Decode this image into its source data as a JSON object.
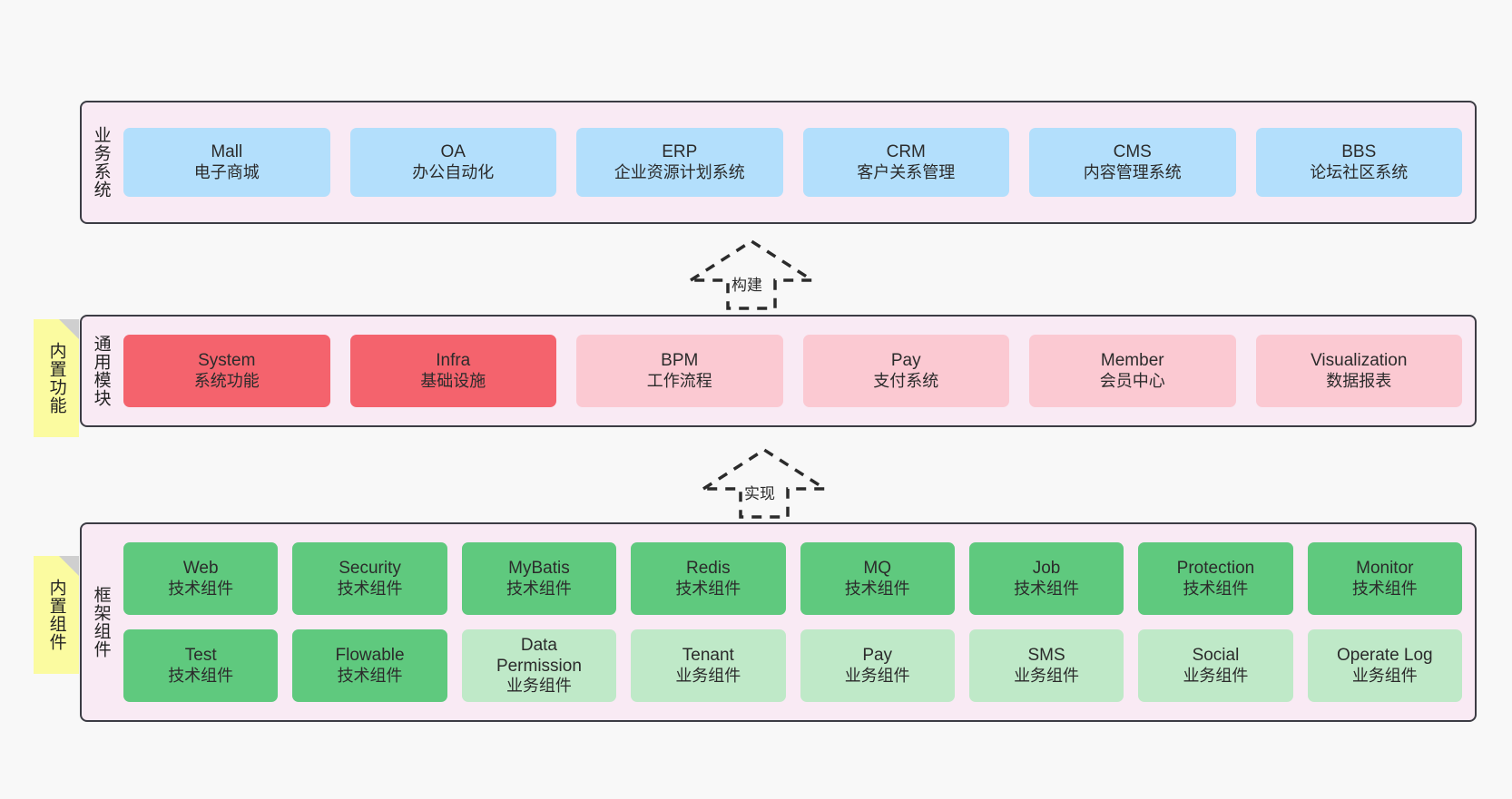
{
  "diagram": {
    "background": "#f8f8f8",
    "colors": {
      "band_fill": "#f9eaf4",
      "band_border": "#3c3c44",
      "blue": "#b3dffc",
      "red": "#f4636d",
      "pink": "#fbc9d2",
      "green": "#5fc97e",
      "green_light": "#bfe9c8",
      "note": "#fbfba0",
      "note_fold": "#cfcfcf"
    }
  },
  "layers": {
    "business": {
      "label": "业务系统",
      "items": [
        {
          "title": "Mall",
          "subtitle": "电子商城"
        },
        {
          "title": "OA",
          "subtitle": "办公自动化"
        },
        {
          "title": "ERP",
          "subtitle": "企业资源计划系统"
        },
        {
          "title": "CRM",
          "subtitle": "客户关系管理"
        },
        {
          "title": "CMS",
          "subtitle": "内容管理系统"
        },
        {
          "title": "BBS",
          "subtitle": "论坛社区系统"
        }
      ]
    },
    "common": {
      "label": "通用模块",
      "note": "内置功能",
      "items": [
        {
          "title": "System",
          "subtitle": "系统功能",
          "color": "red"
        },
        {
          "title": "Infra",
          "subtitle": "基础设施",
          "color": "red"
        },
        {
          "title": "BPM",
          "subtitle": "工作流程",
          "color": "pink"
        },
        {
          "title": "Pay",
          "subtitle": "支付系统",
          "color": "pink"
        },
        {
          "title": "Member",
          "subtitle": "会员中心",
          "color": "pink"
        },
        {
          "title": "Visualization",
          "subtitle": "数据报表",
          "color": "pink"
        }
      ]
    },
    "framework": {
      "label": "框架组件",
      "note": "内置组件",
      "row1": [
        {
          "title": "Web",
          "subtitle": "技术组件",
          "color": "green"
        },
        {
          "title": "Security",
          "subtitle": "技术组件",
          "color": "green"
        },
        {
          "title": "MyBatis",
          "subtitle": "技术组件",
          "color": "green"
        },
        {
          "title": "Redis",
          "subtitle": "技术组件",
          "color": "green"
        },
        {
          "title": "MQ",
          "subtitle": "技术组件",
          "color": "green"
        },
        {
          "title": "Job",
          "subtitle": "技术组件",
          "color": "green"
        },
        {
          "title": "Protection",
          "subtitle": "技术组件",
          "color": "green"
        },
        {
          "title": "Monitor",
          "subtitle": "技术组件",
          "color": "green"
        }
      ],
      "row2": [
        {
          "title": "Test",
          "subtitle": "技术组件",
          "color": "green"
        },
        {
          "title": "Flowable",
          "subtitle": "技术组件",
          "color": "green"
        },
        {
          "title": "Data Permission",
          "subtitle": "业务组件",
          "color": "green_light"
        },
        {
          "title": "Tenant",
          "subtitle": "业务组件",
          "color": "green_light"
        },
        {
          "title": "Pay",
          "subtitle": "业务组件",
          "color": "green_light"
        },
        {
          "title": "SMS",
          "subtitle": "业务组件",
          "color": "green_light"
        },
        {
          "title": "Social",
          "subtitle": "业务组件",
          "color": "green_light"
        },
        {
          "title": "Operate Log",
          "subtitle": "业务组件",
          "color": "green_light"
        }
      ]
    }
  },
  "connectors": [
    {
      "label": "构建"
    },
    {
      "label": "实现"
    }
  ]
}
